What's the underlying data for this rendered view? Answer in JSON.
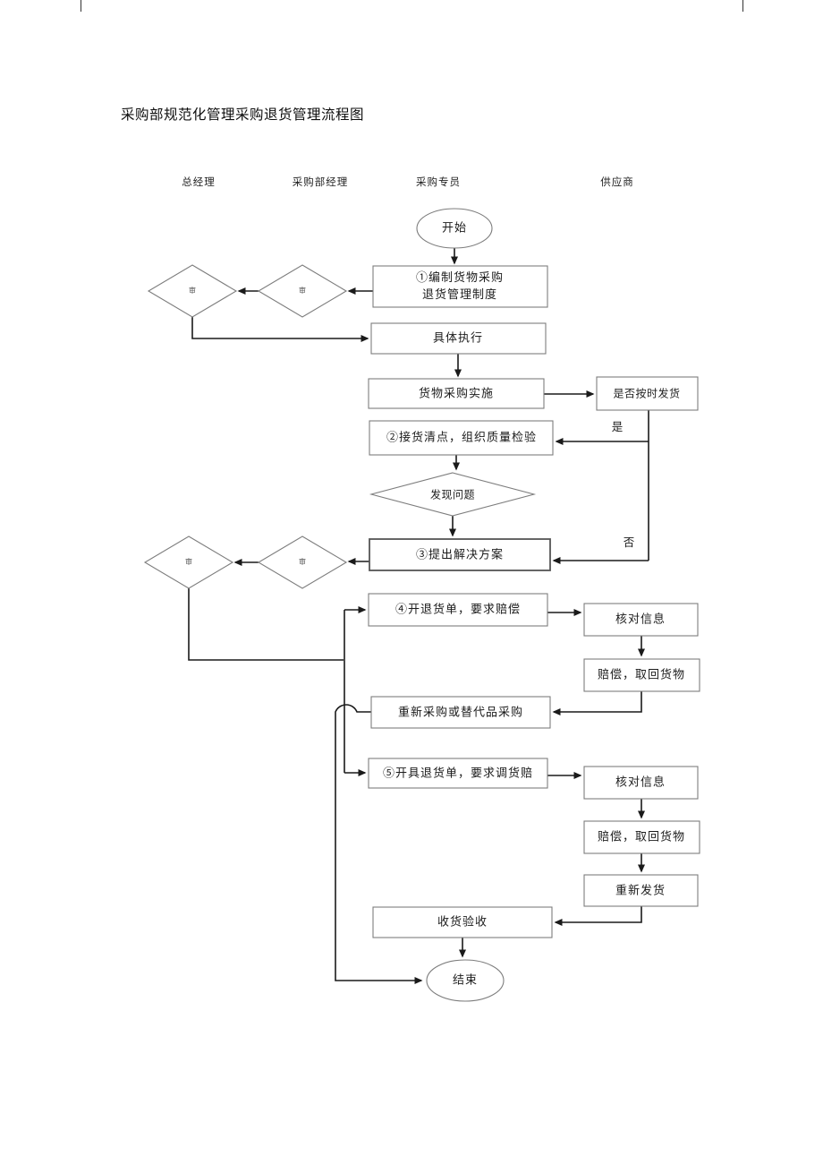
{
  "page": {
    "title": "采购部规范化管理采购退货管理流程图"
  },
  "lanes": [
    {
      "label": "总经理"
    },
    {
      "label": "采购部经理"
    },
    {
      "label": "采购专员"
    },
    {
      "label": "供应商"
    }
  ],
  "nodes": {
    "start": {
      "type": "terminator",
      "label": "开始"
    },
    "compile": {
      "type": "process",
      "label": "①编制货物采购\n退货管理制度"
    },
    "review1_mgr": {
      "type": "decision",
      "label": "审"
    },
    "review1_gm": {
      "type": "decision",
      "label": "审"
    },
    "execute": {
      "type": "process",
      "label": "具体执行"
    },
    "implement": {
      "type": "process",
      "label": "货物采购实施"
    },
    "ontime": {
      "type": "process",
      "label": "是否按时发货"
    },
    "receive": {
      "type": "process",
      "label": "②接货清点，组织质量检验"
    },
    "problem": {
      "type": "decision",
      "label": "发现问题"
    },
    "solution": {
      "type": "process",
      "label": "③提出解决方案"
    },
    "review2_mgr": {
      "type": "decision",
      "label": "审"
    },
    "review2_gm": {
      "type": "decision",
      "label": "审"
    },
    "returnform1": {
      "type": "process",
      "label": "④开退货单，要求赔偿"
    },
    "verify1": {
      "type": "process",
      "label": "核对信息"
    },
    "refund1": {
      "type": "process",
      "label": "赔偿，取回货物"
    },
    "rebuy": {
      "type": "process",
      "label": "重新采购或替代品采购"
    },
    "returnform2": {
      "type": "process",
      "label": "⑤开具退货单，要求调货赔"
    },
    "verify2": {
      "type": "process",
      "label": "核对信息"
    },
    "refund2": {
      "type": "process",
      "label": "赔偿，取回货物"
    },
    "reship": {
      "type": "process",
      "label": "重新发货"
    },
    "accept": {
      "type": "process",
      "label": "收货验收"
    },
    "end": {
      "type": "terminator",
      "label": "结束"
    }
  },
  "edge_labels": {
    "yes": "是",
    "no": "否"
  },
  "colors": {
    "connector": "#1a1a1a",
    "shape_border": "#7d7d7d",
    "text": "#1c1c1c",
    "background": "#ffffff"
  }
}
